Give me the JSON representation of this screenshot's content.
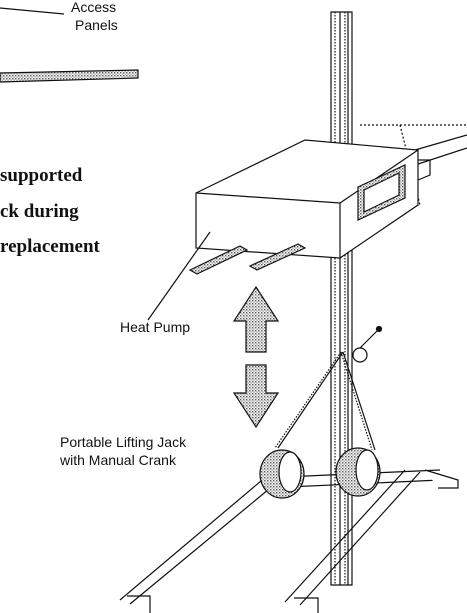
{
  "labels": {
    "access_panels_line1": "Access",
    "access_panels_line2": "Panels",
    "heat_pump": "Heat Pump",
    "jack_line1": "Portable Lifting Jack",
    "jack_line2": "with Manual Crank"
  },
  "caption": {
    "line1": "supported",
    "line2": "ck during",
    "line3": "replacement"
  },
  "icons": {
    "up_arrow": "up-arrow-icon",
    "down_arrow": "down-arrow-icon",
    "crank": "crank-handle-icon",
    "wheel": "wheel-icon"
  },
  "colors": {
    "ink": "#111111",
    "stipple": "#8a8a8a",
    "background": "#ffffff"
  }
}
